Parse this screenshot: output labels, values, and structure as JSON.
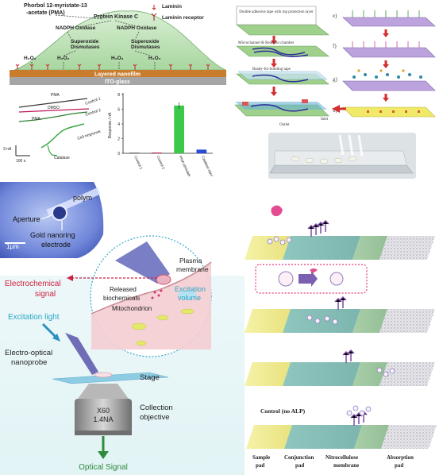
{
  "panel_a": {
    "pma": "Phorbol 12-myristate-13",
    "pma2": "-acetate (PMA)",
    "pkc": "Protein Kinase C",
    "laminin": "Laminin",
    "laminin_receptor": "Laminin receptor",
    "nadph": "NADPH Oxidase",
    "superoxide": "Superoxide",
    "dismutases": "Dismutases",
    "h2o2": "H₂O₂",
    "layered": "Layered nanofilm",
    "ito": "ITO-glass",
    "trace_pma": "PMA",
    "trace_dmso": "DMSO",
    "trace_control1": "Control 1",
    "trace_control2": "Control 2",
    "trace_cell": "Cell response",
    "trace_catalase": "Catalase",
    "scale_na": "3 nA",
    "scale_s": "100 s",
    "ylabel": "Response / nA",
    "bars": [
      "Control 1",
      "Control 2",
      "PMA stimulation",
      "Catalase injection"
    ],
    "values": [
      0.05,
      0.1,
      6.5,
      0.5
    ],
    "yticks": [
      "0",
      "2",
      "4",
      "6",
      "8"
    ]
  },
  "panel_b": {
    "tape_label": "Double adhesive tape with top protection layer",
    "micro_label": "Microchannel & Reaction chamber",
    "ready_label": "Ready-for-bonding tape",
    "outlet": "Outlet",
    "inlet": "Inlet",
    "steps": [
      "e)",
      "f)",
      "g)",
      "h)"
    ]
  },
  "panel_c": {
    "aperture": "Aperture",
    "gold": "Gold nanoring",
    "electrode": "electrode",
    "polymer": "polym",
    "scalebar": "1μm",
    "plasma": "Plasma",
    "membrane": "membrane",
    "electrochemical": "Electrochemical",
    "signal": "signal",
    "released": "Released",
    "biochemicals": "biochemicals",
    "excitation": "Excitation",
    "volume": "volume",
    "mito": "Mitochondrion",
    "excitation_light": "Excitation light",
    "electro": "Electro-optical",
    "nanoprobe": "nanoprobe",
    "stage": "Stage",
    "collection": "Collection",
    "objective": "objective",
    "mag": "X60",
    "na": "1.4NA",
    "optical": "Optical Signal"
  },
  "panel_d": {
    "control": "Control (no ALP)",
    "sample": "Sample",
    "pad": "pad",
    "conjunction": "Conjunction",
    "nitro": "Nitrocellulose",
    "nitro2": "membrane",
    "absorption": "Absorption"
  }
}
